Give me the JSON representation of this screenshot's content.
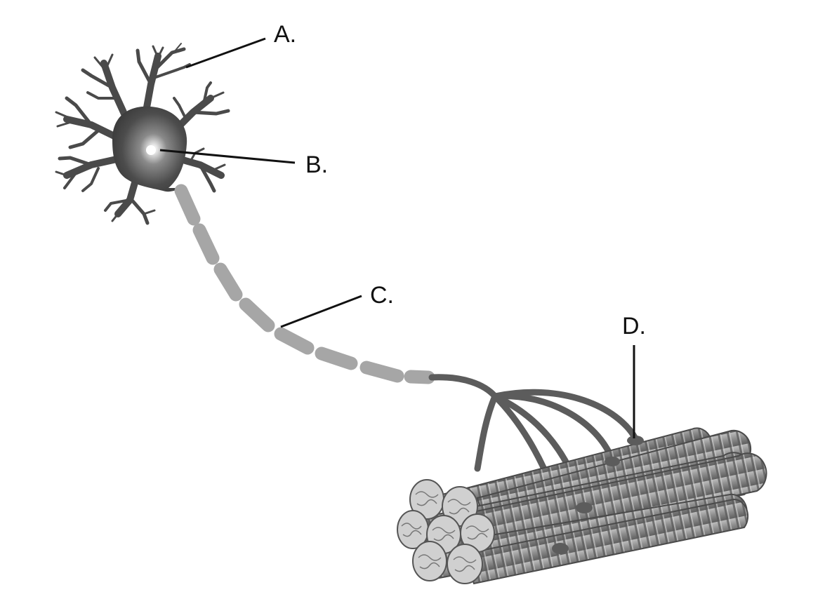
{
  "labels": {
    "a": "A.",
    "b": "B.",
    "c": "C.",
    "d": "D."
  },
  "colors": {
    "background": "#ffffff",
    "cell_body": "#4a4a4a",
    "axon_myelin": "#a6a6a6",
    "axon_terminal": "#5c5c5c",
    "muscle_fiber": "#8c8c8c",
    "label_text": "#111111"
  },
  "icons": {
    "neuron": "neuron-icon",
    "muscle_bundle": "muscle-fiber-bundle-icon"
  }
}
